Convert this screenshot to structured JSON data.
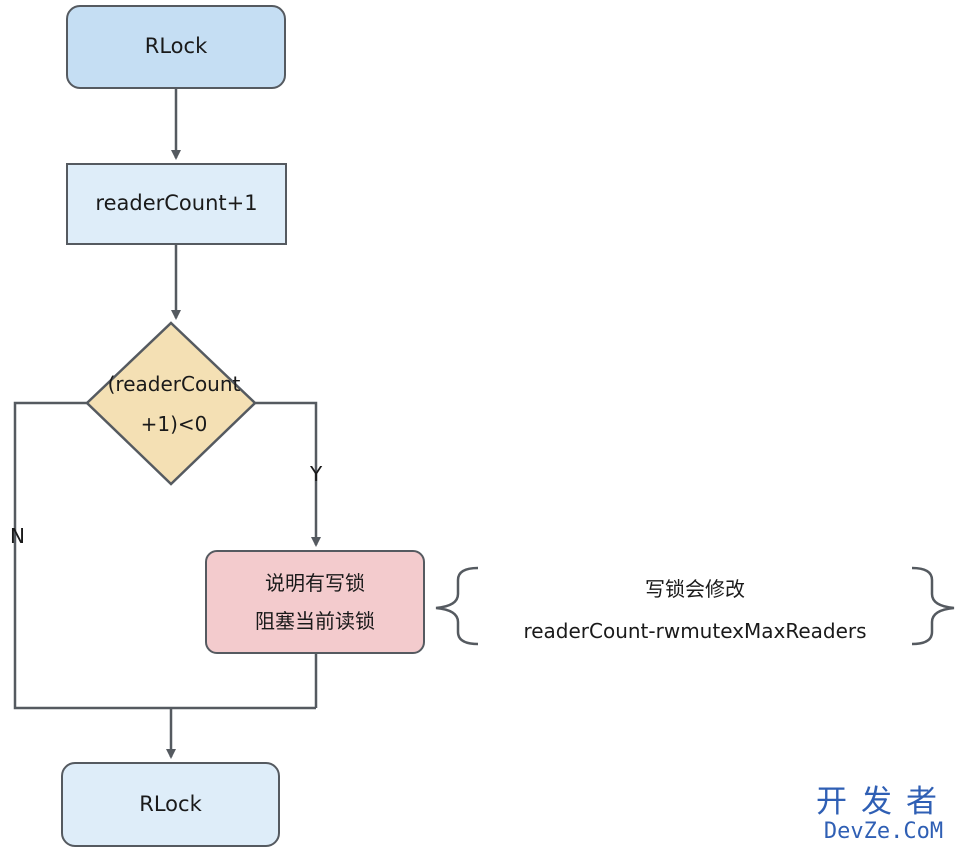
{
  "nodes": {
    "start": "RLock",
    "increment": "readerCount+1",
    "decision_line1": "(readerCount",
    "decision_line2": "+1)<0",
    "block_line1": "说明有写锁",
    "block_line2": "阻塞当前读锁",
    "end": "RLock"
  },
  "edges": {
    "yes_label": "Y",
    "no_label": "N"
  },
  "annotation": {
    "line1": "写锁会修改",
    "line2": "readerCount-rwmutexMaxReaders"
  },
  "watermark": {
    "cn": "开发者",
    "en": "DevZe.CoM"
  },
  "colors": {
    "start_fill": "#c5def3",
    "process_fill": "#deedf9",
    "decision_fill": "#f4e0b4",
    "block_fill": "#f3cbcd",
    "line": "#555a60",
    "watermark": "#2f5fb4"
  }
}
